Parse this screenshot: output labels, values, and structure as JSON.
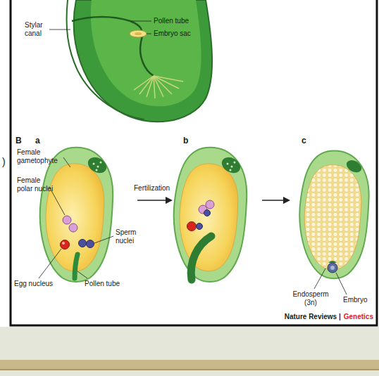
{
  "diagram": {
    "labels": [
      ")",
      "Stylar canal",
      "Pollen tube",
      "Embryo sac",
      "B",
      "a",
      "Female gametophyte",
      "Female polar nuclei",
      "Sperm nuclei",
      "Egg nucleus",
      "Pollen tube",
      "b",
      "Fertilization",
      "c",
      "Endosperm (3n)",
      "Embryo",
      "Nature Reviews |",
      "Genetics"
    ]
  }
}
